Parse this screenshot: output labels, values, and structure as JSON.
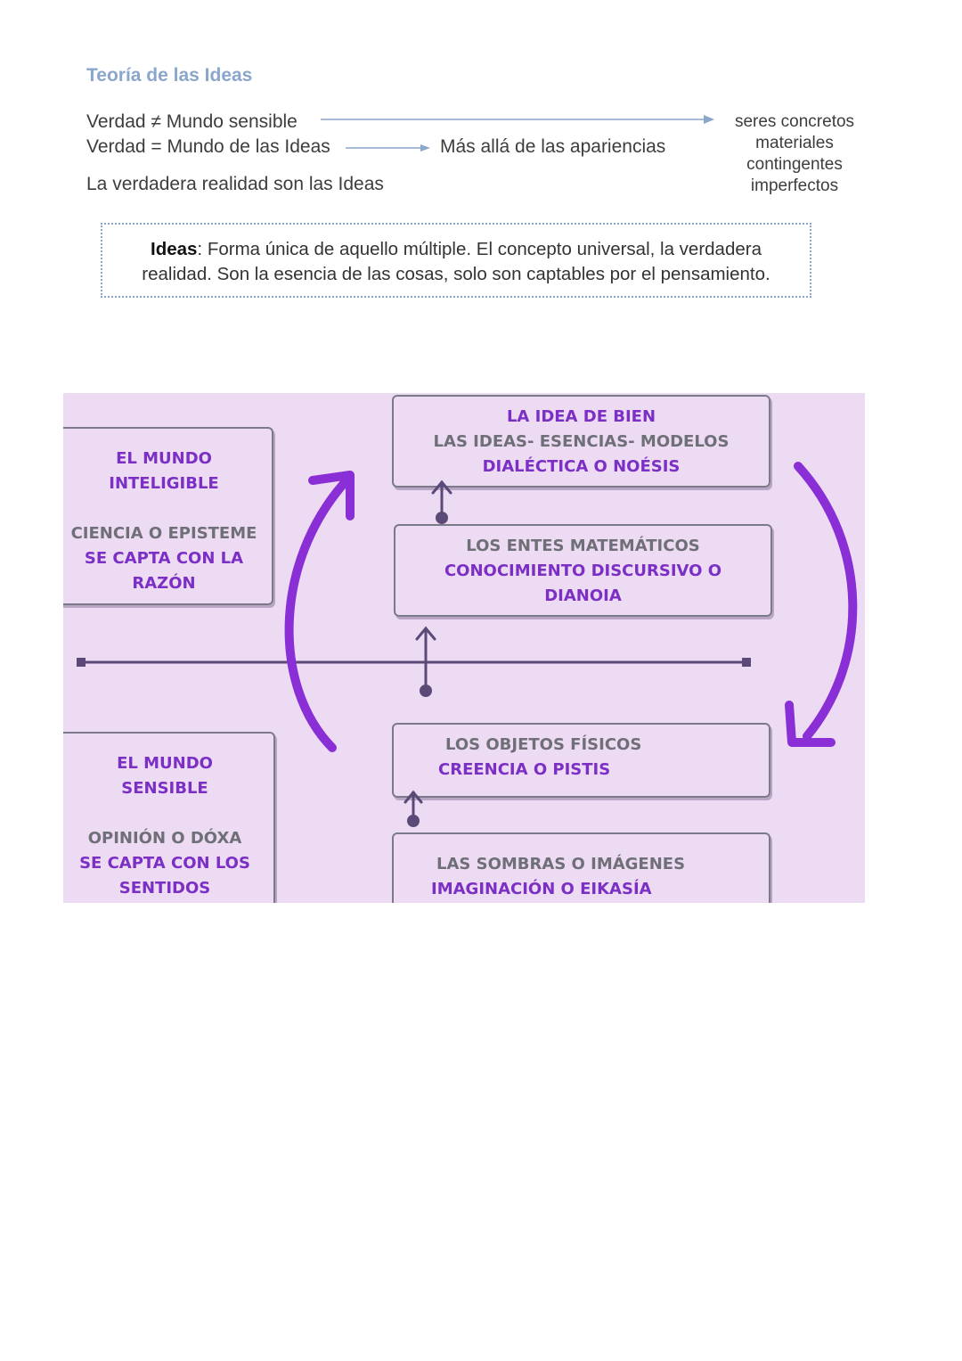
{
  "header": {
    "title": "Teoría de las Ideas",
    "line1": "Verdad ≠ Mundo sensible",
    "line2": "Verdad = Mundo de las Ideas",
    "line2_target": "Más allá de las apariencias",
    "line3": "La verdadera realidad son las Ideas",
    "sensible_traits": [
      "seres concretos",
      "materiales",
      "contingentes",
      "imperfectos"
    ]
  },
  "definition": {
    "term": "Ideas",
    "text": ": Forma única de aquello múltiple. El concepto universal, la verdadera realidad. Son la esencia de las cosas, solo son captables por el pensamiento."
  },
  "diagram": {
    "colors": {
      "background": "#eddbf3",
      "accent": "#7b2fc4",
      "gray_text": "#6f6f78"
    },
    "intelligible": {
      "title_1": "EL MUNDO",
      "title_2": "INTELIGIBLE",
      "knowledge": "CIENCIA O EPISTEME",
      "capture_1": "SE CAPTA CON LA",
      "capture_2": "RAZÓN"
    },
    "sensible": {
      "title_1": "EL MUNDO",
      "title_2": "SENSIBLE",
      "knowledge": "OPINIÓN O DÓXA",
      "capture_1": "SE CAPTA CON LOS",
      "capture_2": "SENTIDOS"
    },
    "levels": [
      {
        "object": "LA IDEA DE BIEN",
        "object_2": "LAS IDEAS- ESENCIAS- MODELOS",
        "knowledge": "DIALÉCTICA O NOÉSIS"
      },
      {
        "object": "LOS ENTES MATEMÁTICOS",
        "knowledge": "CONOCIMIENTO DISCURSIVO O",
        "knowledge_2": "DIANOIA"
      },
      {
        "object": "LOS OBJETOS FÍSICOS",
        "knowledge": "CREENCIA O PISTIS"
      },
      {
        "object": "LAS SOMBRAS O IMÁGENES",
        "knowledge": "IMAGINACIÓN O EIKASÍA"
      }
    ]
  }
}
